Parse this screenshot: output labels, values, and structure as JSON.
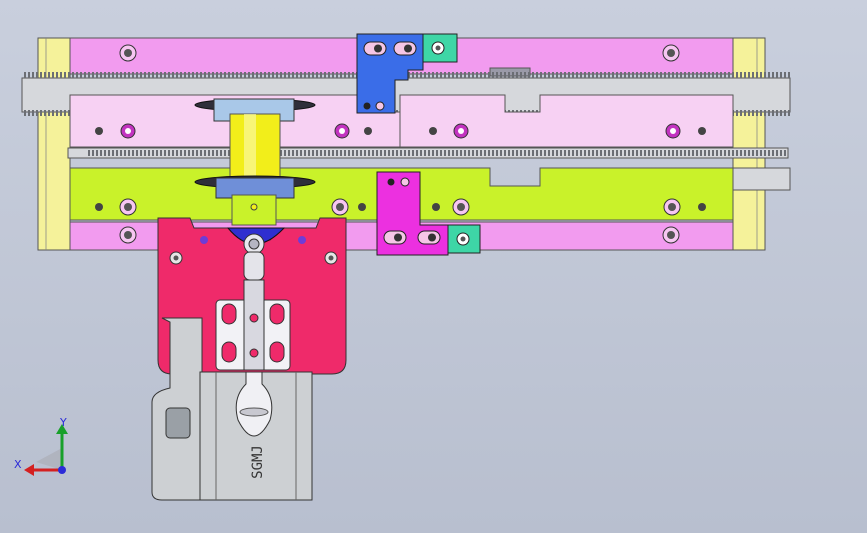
{
  "viewport": {
    "background_top": "#c9cfdd",
    "background_bottom": "#b8bfcf"
  },
  "model": {
    "stamp_text": "SGMJ"
  },
  "triad": {
    "x_label": "X",
    "y_label": "Y",
    "x_color": "#d42020",
    "y_color": "#18a02a",
    "z_color": "#2b2bd8"
  },
  "palette": {
    "frame_yellow": "#f5f29a",
    "plate_pink": "#f29bef",
    "plate_light_pink": "#f7d1f3",
    "slider_green": "#c9f22a",
    "block_red": "#ef2a6a",
    "bracket_blue": "#3a6de8",
    "bracket_magenta": "#ec30e0",
    "rail_gray": "#d6d8dc",
    "motor_gray": "#cdd0d3",
    "gear_yellow": "#f2ee1a",
    "teal": "#3ed6a6"
  }
}
